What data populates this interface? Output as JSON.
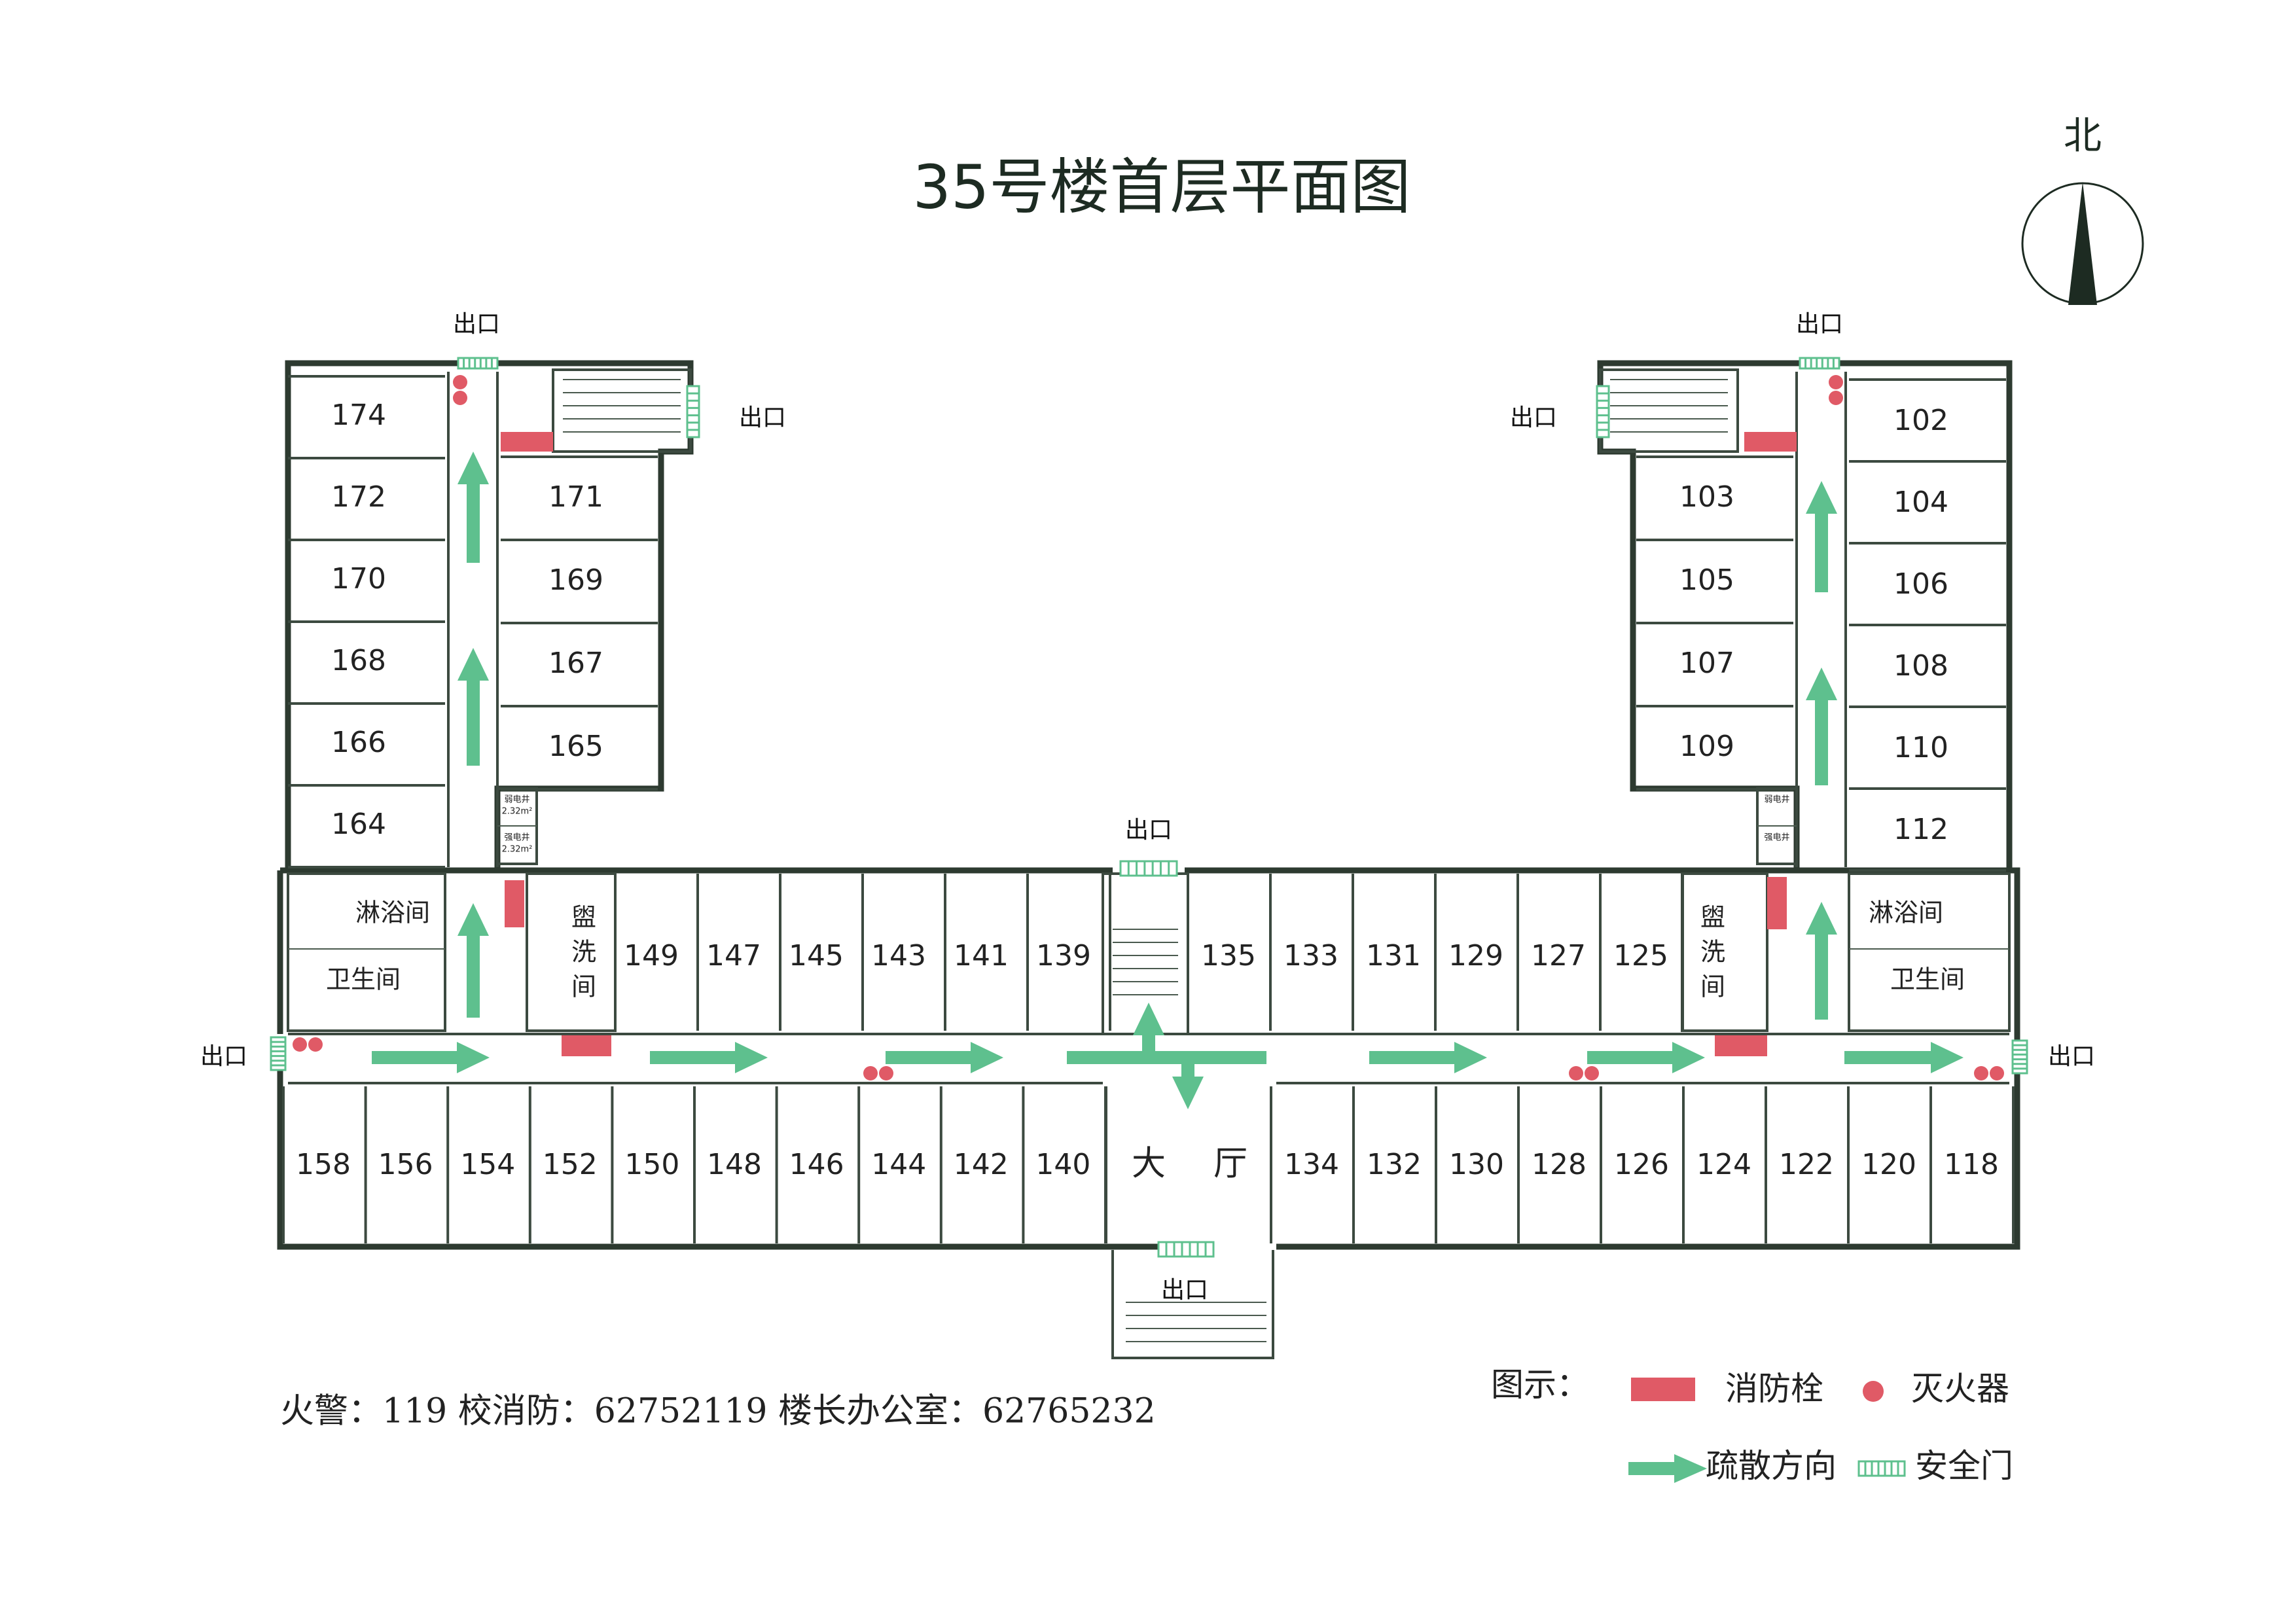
{
  "title": "35号楼首层平面图",
  "north_label": "北",
  "contacts": "火警：119  校消防：62752119  楼长办公室：62765232",
  "legend": {
    "heading": "图示：",
    "hydrant": "消防栓",
    "extinguisher": "灭火器",
    "evacuation": "疏散方向",
    "safety_door": "安全门"
  },
  "colors": {
    "wall": "#2d3a30",
    "hydrant": "#e05a66",
    "extinguisher": "#e05a66",
    "arrow": "#5ec08e",
    "door": "#5ec08e",
    "title": "#1d2b22"
  },
  "exit_label": "出口",
  "rooms": {
    "nw_outer": [
      "174",
      "172",
      "170",
      "168",
      "166",
      "164"
    ],
    "nw_inner": [
      "171",
      "169",
      "167",
      "165"
    ],
    "ne_inner": [
      "103",
      "105",
      "107",
      "109"
    ],
    "ne_outer": [
      "102",
      "104",
      "106",
      "108",
      "110",
      "112"
    ],
    "north_west_row": [
      "149",
      "147",
      "145",
      "143",
      "141",
      "139"
    ],
    "north_east_row": [
      "135",
      "133",
      "131",
      "129",
      "127",
      "125"
    ],
    "south_west_row": [
      "158",
      "156",
      "154",
      "152",
      "150",
      "148",
      "146",
      "144",
      "142",
      "140"
    ],
    "south_east_row": [
      "134",
      "132",
      "130",
      "128",
      "126",
      "124",
      "122",
      "120",
      "118"
    ]
  },
  "labels": {
    "shower": "淋浴间",
    "toilet": "卫生间",
    "washroom_chars": [
      "盥",
      "洗",
      "间"
    ],
    "lobby_chars": [
      "大",
      "厅"
    ],
    "shaft_weak": "弱电井",
    "shaft_strong": "强电井",
    "shaft_area": "2.32m²"
  }
}
